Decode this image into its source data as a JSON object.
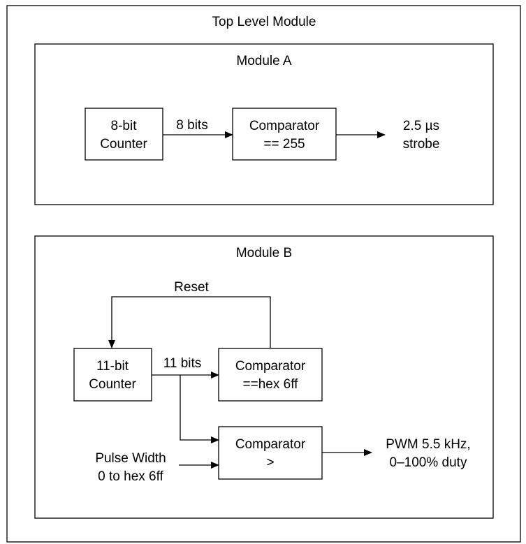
{
  "top_module": {
    "title": "Top Level Module"
  },
  "module_a": {
    "title": "Module A",
    "counter": {
      "line1": "8-bit",
      "line2": "Counter"
    },
    "bus_label": "8 bits",
    "comparator": {
      "line1": "Comparator",
      "line2": "== 255"
    },
    "output": {
      "line1": "2.5 µs",
      "line2": "strobe"
    }
  },
  "module_b": {
    "title": "Module B",
    "reset_label": "Reset",
    "counter": {
      "line1": "11-bit",
      "line2": "Counter"
    },
    "bus_label": "11 bits",
    "comparator_top": {
      "line1": "Comparator",
      "line2": "==hex 6ff"
    },
    "comparator_bottom": {
      "line1": "Comparator",
      "line2": ">"
    },
    "input": {
      "line1": "Pulse Width",
      "line2": "0 to hex 6ff"
    },
    "output": {
      "line1": "PWM 5.5 kHz,",
      "line2": "0–100% duty"
    }
  },
  "colors": {
    "stroke": "#000000",
    "background": "#ffffff"
  }
}
